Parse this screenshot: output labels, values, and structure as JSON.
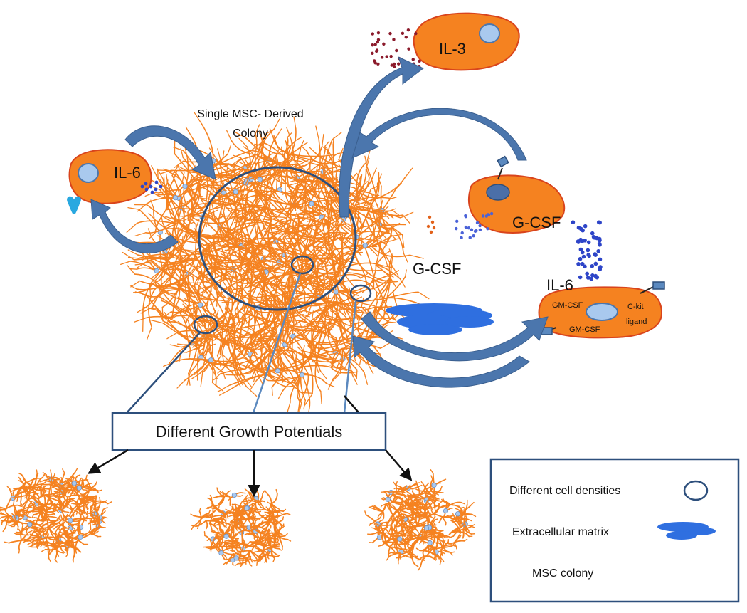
{
  "colony_title_line1": "Single MSC- Derived",
  "colony_title_line2": "Colony",
  "cytokines": {
    "il3": "IL-3",
    "il6_left": "IL-6",
    "gcsf_top": "G-CSF",
    "gcsf_mid": "G-CSF",
    "il6_right": "IL-6",
    "gmcsf_a": "GM-CSF",
    "gmcsf_b": "GM-CSF",
    "ckit_line1": "C-kit",
    "ckit_line2": "ligand"
  },
  "growth_box_label": "Different Growth Potentials",
  "legend": {
    "densities": "Different cell densities",
    "matrix": "Extracellular matrix",
    "colony": "MSC colony"
  },
  "colors": {
    "cell_fill": "#f58220",
    "cell_stroke": "#d9441c",
    "nucleus": "#a9c9ee",
    "arrow_blue": "#4b76ad",
    "circle_stroke": "#2d4f7c",
    "matrix_blue": "#2f6fe0",
    "dot_blue": "#2e45c8",
    "dot_red": "#8b1a2b"
  }
}
